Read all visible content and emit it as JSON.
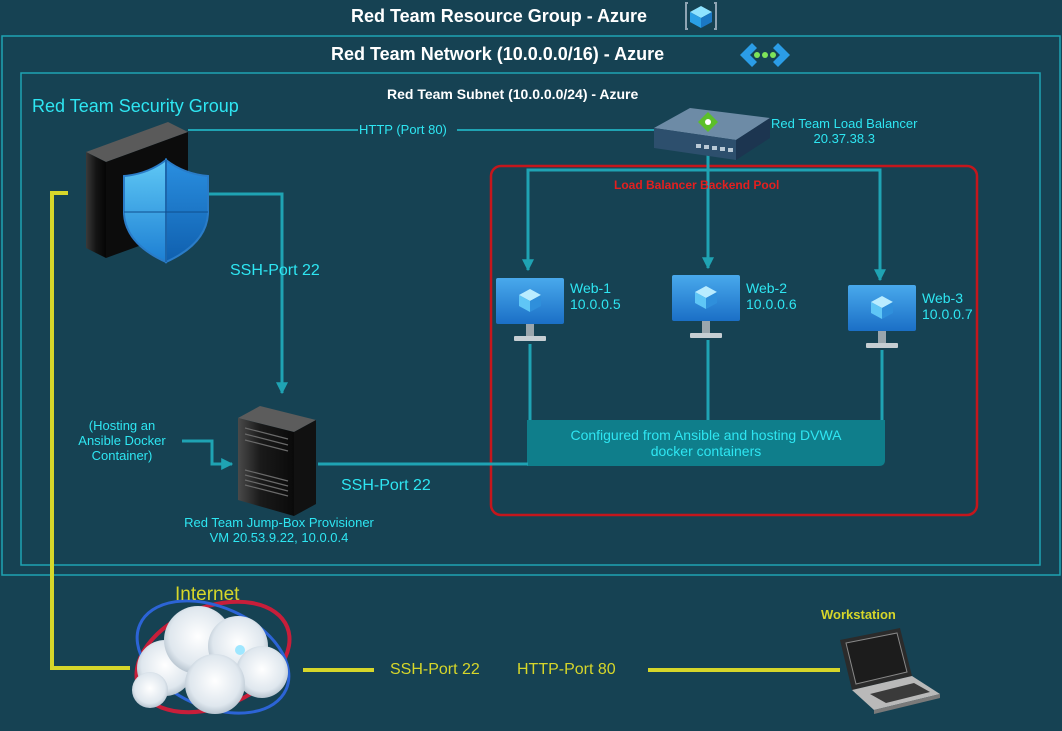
{
  "diagram": {
    "resource_group_title": "Red Team Resource Group - Azure",
    "network_title": "Red Team Network (10.0.0.0/16) - Azure",
    "subnet_title": "Red Team Subnet (10.0.0.0/24) - Azure",
    "security_group_label": "Red Team Security Group",
    "http_label": "HTTP (Port 80)",
    "load_balancer": {
      "name": "Red Team Load Balancer",
      "ip": "20.37.38.3"
    },
    "backend_pool_label": "Load Balancer Backend Pool",
    "ssh_label_vertical": "SSH-Port 22",
    "ssh_label_horizontal": "SSH-Port 22",
    "web_vms": [
      {
        "name": "Web-1",
        "ip": "10.0.0.5"
      },
      {
        "name": "Web-2",
        "ip": "10.0.0.6"
      },
      {
        "name": "Web-3",
        "ip": "10.0.0.7"
      }
    ],
    "ansible_note": [
      "(Hosting an",
      "Ansible Docker",
      "Container)"
    ],
    "configured_note": [
      "Configured from Ansible and hosting DVWA",
      "docker containers"
    ],
    "jumpbox": {
      "name": "Red Team Jump-Box Provisioner",
      "detail": "VM 20.53.9.22, 10.0.0.4"
    },
    "internet_label": "Internet",
    "internet_ssh_label": "SSH-Port 22",
    "internet_http_label": "HTTP-Port 80",
    "workstation_label": "Workstation",
    "colors": {
      "background": "#164253",
      "border": "#1fa3b3",
      "text_cyan": "#2ee6f2",
      "connector_yellow": "#d6d62a",
      "backend_pool_border": "#c4161c",
      "bar_teal": "#0f7e8b"
    },
    "icons": [
      "cube-icon",
      "network-icon",
      "firewall-icon",
      "shield-icon",
      "load-balancer-icon",
      "monitor-icon",
      "server-tower-icon",
      "cloud-icon",
      "laptop-icon"
    ]
  }
}
